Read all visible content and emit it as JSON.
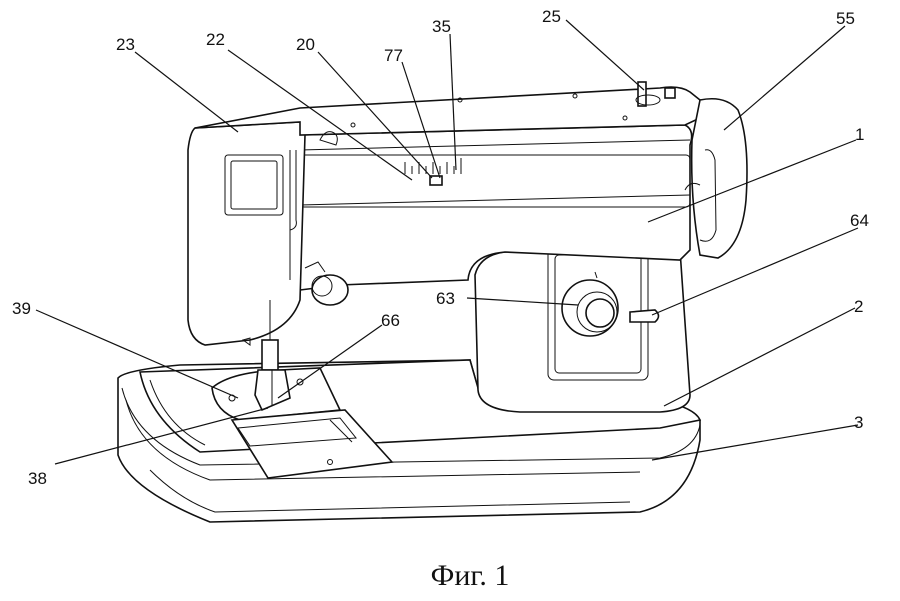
{
  "figure": {
    "caption": "Фиг. 1",
    "labels": {
      "l23": "23",
      "l22": "22",
      "l20": "20",
      "l77": "77",
      "l35": "35",
      "l25": "25",
      "l55": "55",
      "l1": "1",
      "l64": "64",
      "l63": "63",
      "l39": "39",
      "l66": "66",
      "l2": "2",
      "l3": "3",
      "l38": "38"
    }
  }
}
